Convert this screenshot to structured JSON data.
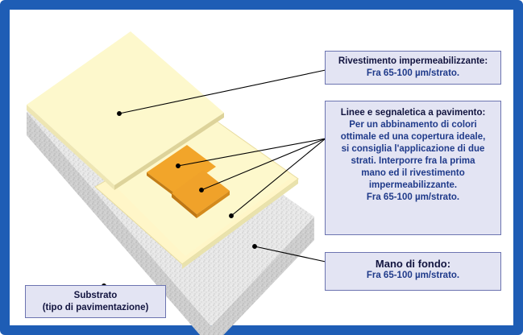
{
  "callouts": {
    "coating": {
      "title": "Rivestimento impermeabilizzante:",
      "body": "Fra 65-100 µm/strato."
    },
    "markings": {
      "title": "Linee e segnaletica a pavimento:",
      "lines": [
        "Per un abbinamento di colori",
        "ottimale ed una copertura ideale,",
        "si consiglia l'applicazione di due",
        "strati. Interporre fra la prima",
        "mano ed il rivestimento",
        "impermeabilizzante.",
        "Fra 65-100 µm/strato."
      ]
    },
    "primer": {
      "title": "Mano di fondo:",
      "body": "Fra 65-100 µm/strato."
    },
    "substrate": {
      "lines": [
        "Substrato",
        "(tipo di pavimentazione)"
      ]
    }
  },
  "colors": {
    "frame": "#1e5db5",
    "callout_fill": "#e3e4f3",
    "callout_border": "#6c74b0",
    "coating_layer": "#fdf8cc",
    "marking_tile": "#f2a52a",
    "concrete": "#e6e6e6"
  }
}
